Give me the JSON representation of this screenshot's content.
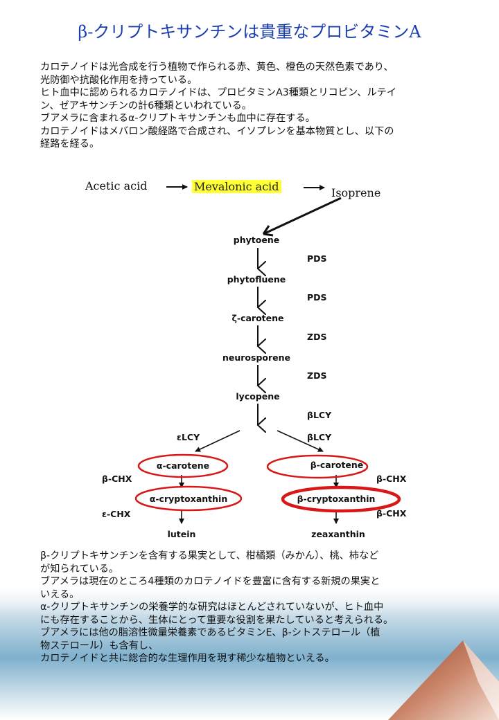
{
  "title": "β-クリプトキサンチンは貴重なプロビタミンA",
  "intro_lines": [
    "カロテノイドは光合成を行う植物で作られる赤、黄色、橙色の天然色素であり、",
    "光防御や抗酸化作用を持っている。",
    "ヒト血中に認められるカロテノイドは、プロビタミンA3種類とリコピン、ルテイ",
    "ン、ゼアキサンチンの計6種類といわれている。",
    "ブアメラに含まれるα-クリプトキサンチンも血中に存在する。",
    "カロテノイドはメバロン酸経路で合成され、イソプレンを基本物質とし、以下の",
    "経路を経る。"
  ],
  "pathway": {
    "acetic": "Acetic acid",
    "mevalonic": "Mevalonic acid",
    "isoprene": "Isoprene",
    "phytoene": "phytoene",
    "phytofluene": "phytofluene",
    "zeta_carotene": "ζ-carotene",
    "neurosporene": "neurosporene",
    "lycopene": "lycopene",
    "pds1": "PDS",
    "pds2": "PDS",
    "zds1": "ZDS",
    "zds2": "ZDS",
    "blcy1": "βLCY",
    "elcy": "εLCY",
    "blcy2": "βLCY",
    "alpha_carotene": "α-carotene",
    "beta_carotene": "β-carotene",
    "bchx_left": "β-CHX",
    "bchx_right": "β-CHX",
    "echx": "ε-CHX",
    "bchx_right2": "β-CHX",
    "alpha_crypto": "α-cryptoxanthin",
    "beta_crypto": "β-cryptoxanthin",
    "lutein": "lutein",
    "zeaxanthin": "zeaxanthin"
  },
  "closing_lines": [
    "β-クリプトキサンチンを含有する果実として、柑橘類（みかん）、桃、柿など",
    "が知られている。",
    "ブアメラは現在のところ4種類のカロテノイドを豊富に含有する新規の果実と",
    "いえる。",
    "α-クリプトキサンチンの栄養学的な研究はほとんどされていないが、ヒト血中",
    "にも存在することから、生体にとって重要な役割を果たしていると考えられる。",
    "ブアメラには他の脂溶性微量栄養素であるビタミンE、β-シトステロール（植",
    "物ステロール）も含有し、",
    "カロテノイドと共に総合的な生理作用を現す稀少な植物といえる。"
  ],
  "colors": {
    "title": "#1a3fb0",
    "highlight": "#ffff33",
    "circle": "#d81818",
    "sea": "#7fb0cd",
    "mountain": "#b86a4c"
  }
}
